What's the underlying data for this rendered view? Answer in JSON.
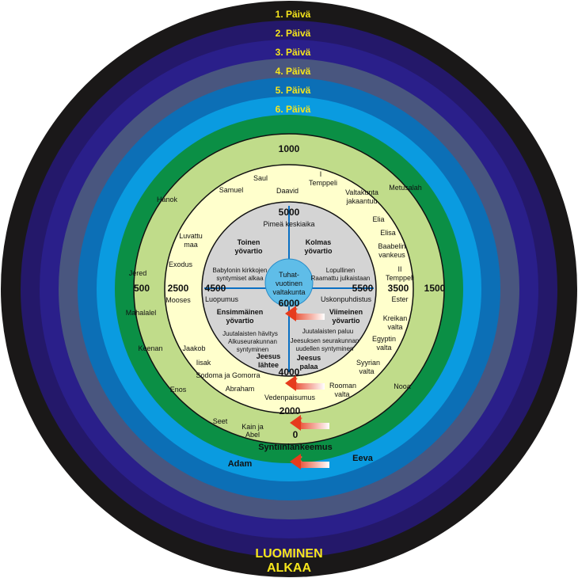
{
  "colors": {
    "rings": [
      "#1a1818",
      "#24186a",
      "#2a1f8a",
      "#49567f",
      "#0c6fb6",
      "#0a9be0",
      "#0b8f45",
      "#c0dc8a",
      "#ffffcc",
      "#d4d4d4",
      "#5fbde8"
    ],
    "day_text": "#f6e61c",
    "arrow": "#e63b1d",
    "axis": "#0a6fc3"
  },
  "days": [
    "1. Päivä",
    "2. Päivä",
    "3. Päivä",
    "4. Päivä",
    "5. Päivä",
    "6. Päivä"
  ],
  "creation": {
    "line1": "LUOMINEN",
    "line2": "ALKAA"
  },
  "center": {
    "line1": "Tuhat-",
    "line2": "vuotinen",
    "line3": "valtakunta",
    "year": "6000"
  },
  "years": {
    "y0": "0",
    "y500": "500",
    "y1000": "1000",
    "y1500": "1500",
    "y2000": "2000",
    "y2500": "2500",
    "y3500": "3500",
    "y4000": "4000",
    "y4500": "4500",
    "y5000": "5000",
    "y5500": "5500"
  },
  "fall": {
    "title": "Syntiinlankeemus",
    "adam": "Adam",
    "eve": "Eeva"
  },
  "outer_names": {
    "hanok": "Hanok",
    "metusalah": "Metusalah",
    "jered": "Jered",
    "mahalalel": "Mahalalel",
    "keenan": "Keenan",
    "enos": "Enos",
    "seet": "Seet",
    "nooa": "Nooa",
    "kain_abel_1": "Kain ja",
    "kain_abel_2": "Abel"
  },
  "middle_labels": {
    "saul": "Saul",
    "samuel": "Samuel",
    "daavid": "Daavid",
    "temple1_a": "I",
    "temple1_b": "Temppeli",
    "kingdom_a": "Valtakunta",
    "kingdom_b": "jakaantuu",
    "elia": "Elia",
    "elisa": "Elisa",
    "babylon_a": "Baabelin",
    "babylon_b": "vankeus",
    "temple2_a": "II",
    "temple2_b": "Temppeli",
    "ester": "Ester",
    "greece_a": "Kreikan",
    "greece_b": "valta",
    "egypt_a": "Egyptin",
    "egypt_b": "valta",
    "syria_a": "Syyrian",
    "syria_b": "valta",
    "rome_a": "Rooman",
    "rome_b": "valta",
    "flood": "Vedenpaisumus",
    "abraham": "Abraham",
    "sodom": "Sodoma ja Gomorra",
    "isak": "Iisak",
    "jaakob": "Jaakob",
    "mooses": "Mooses",
    "exodus": "Exodus",
    "promised_a": "Luvattu",
    "promised_b": "maa"
  },
  "inner_labels": {
    "dark_ages": "Pimeä keskiaika",
    "second_watch_a": "Toinen",
    "second_watch_b": "yövartio",
    "third_watch_a": "Kolmas",
    "third_watch_b": "yövartio",
    "babylon_church_a": "Babylonin kirkkojen",
    "babylon_church_b": "syntymiset alkaa",
    "final_a": "Lopullinen",
    "final_b": "Raamattu julkaistaan",
    "apostasy": "Luopumus",
    "reformation": "Uskonpuhdistus",
    "first_watch_a": "Ensimmäinen",
    "first_watch_b": "yövartio",
    "last_watch_a": "Viimeinen",
    "last_watch_b": "yövartio",
    "jews_destroy": "Juutalaisten hävitys",
    "early_church_a": "Alkuseurakunnan",
    "early_church_b": "syntyminen",
    "jews_return": "Juutalaisten paluu",
    "church_new_a": "Jeesuksen seurakunnan",
    "church_new_b": "uudellen syntyminen",
    "jesus_leaves_a": "Jeesus",
    "jesus_leaves_b": "lähtee",
    "jesus_returns_a": "Jeesus",
    "jesus_returns_b": "palaa"
  }
}
